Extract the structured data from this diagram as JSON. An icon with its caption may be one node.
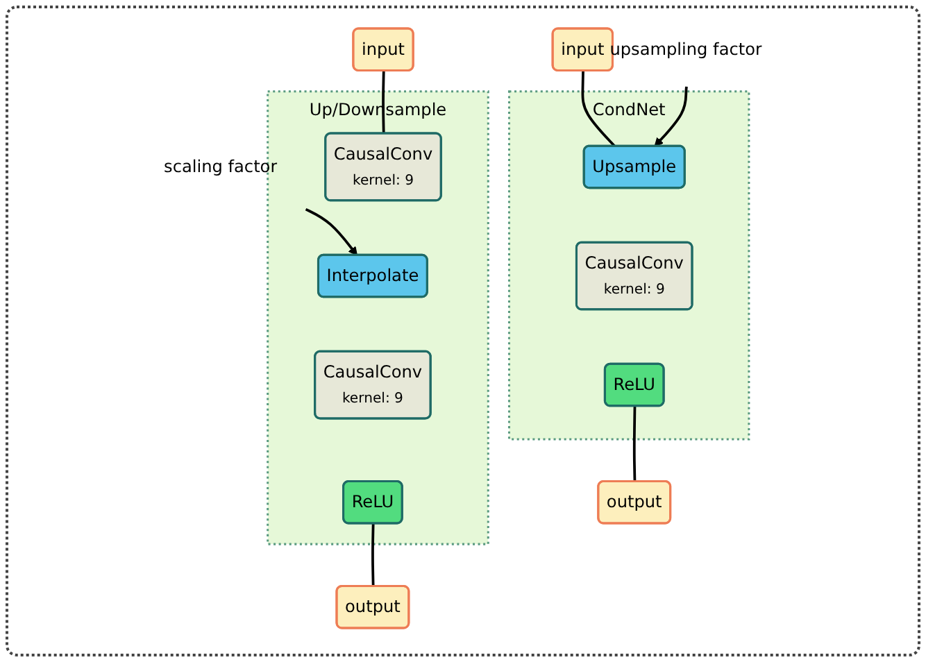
{
  "diagram": {
    "nodes": [
      {
        "text": [
          "input"
        ]
      },
      {
        "text": [
          "CondNet"
        ]
      },
      {
        "text": [
          "Upsample"
        ],
        "in": 1
      },
      {
        "text": [
          "CausalConv",
          "kernel: 9"
        ],
        "in": 1
      },
      {
        "text": [
          "ReLU"
        ],
        "in": 1
      },
      {
        "text": [
          "output"
        ]
      },
      {
        "text": [
          "upsampling factor"
        ]
      },
      {
        "text": [
          "input"
        ]
      },
      {
        "text": [
          "Up/Downsample"
        ]
      },
      {
        "text": [
          "CausalConv",
          "kernel: 9"
        ],
        "in": 8
      },
      {
        "text": [
          "Interpolate"
        ],
        "in": 8
      },
      {
        "text": [
          "CausalConv",
          "kernel: 9"
        ],
        "in": 8
      },
      {
        "text": [
          "ReLU"
        ],
        "in": 8
      },
      {
        "text": [
          "output"
        ]
      },
      {
        "text": [
          "scaling factor"
        ]
      }
    ],
    "edges": [
      {
        "from": 0,
        "to": 2,
        "arrow": "none"
      },
      {
        "from": 4,
        "to": 5,
        "arrow": "none"
      },
      {
        "from": 6,
        "to": 2,
        "arrow": "to"
      },
      {
        "from": 7,
        "to": 9,
        "arrow": "none"
      },
      {
        "from": 12,
        "to": 13,
        "arrow": "none"
      },
      {
        "from": 14,
        "to": 10,
        "arrow": "to"
      }
    ]
  }
}
